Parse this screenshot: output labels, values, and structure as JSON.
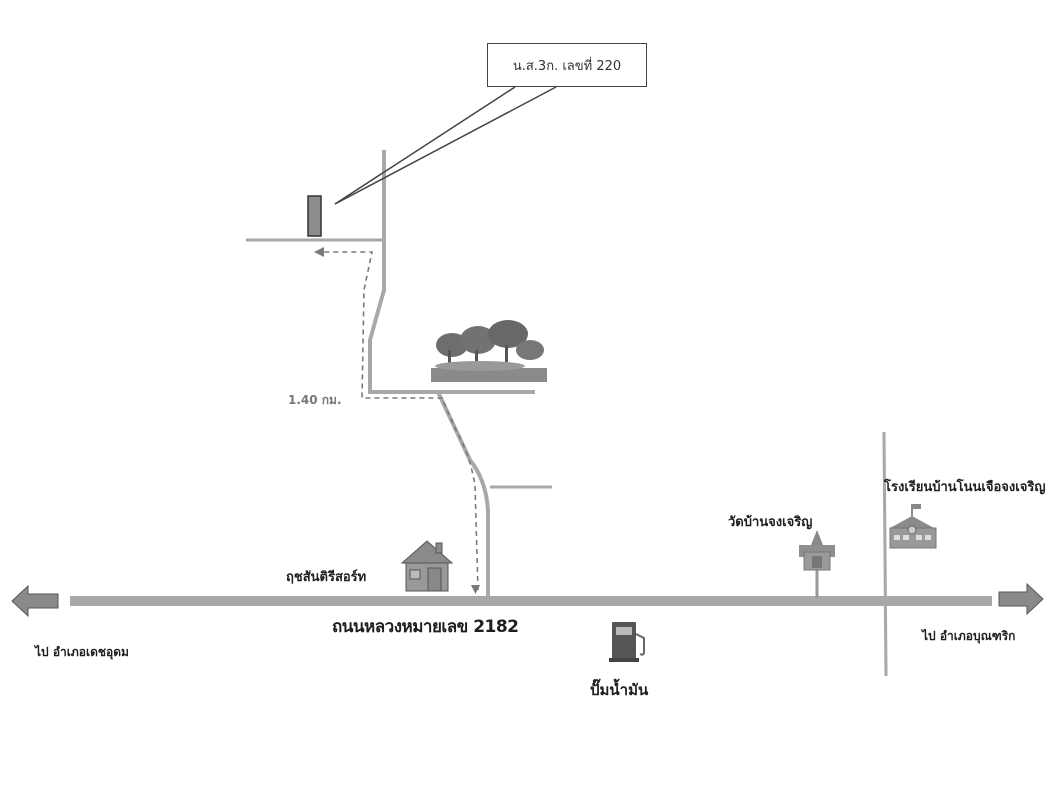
{
  "map": {
    "callout": {
      "text": "น.ส.3ก. เลขที่ 220"
    },
    "distance_label": "1.40 กม.",
    "main_road_label": "ถนนหลวงหมายเลข 2182",
    "left_destination": "ไป อำเภอเดชอุดม",
    "right_destination": "ไป อำเภอบุณฑริก",
    "landmarks": [
      {
        "name": "ฤชสันติรีสอร์ท",
        "icon": "house-icon"
      },
      {
        "name": "วัดบ้านจงเจริญ",
        "icon": "temple-icon"
      },
      {
        "name": "โรงเรียนบ้านโนนเจือจงเจริญ",
        "icon": "school-icon"
      },
      {
        "name": "ปั๊มน้ำมัน",
        "icon": "gas-pump-icon"
      },
      {
        "name": "",
        "icon": "trees-icon"
      }
    ],
    "colors": {
      "road": "#a8a8a8",
      "route": "#7a7a7a",
      "arrow": "#8a8a8a",
      "icon": "#7e7e7e",
      "text": "#1e1e1e"
    }
  }
}
